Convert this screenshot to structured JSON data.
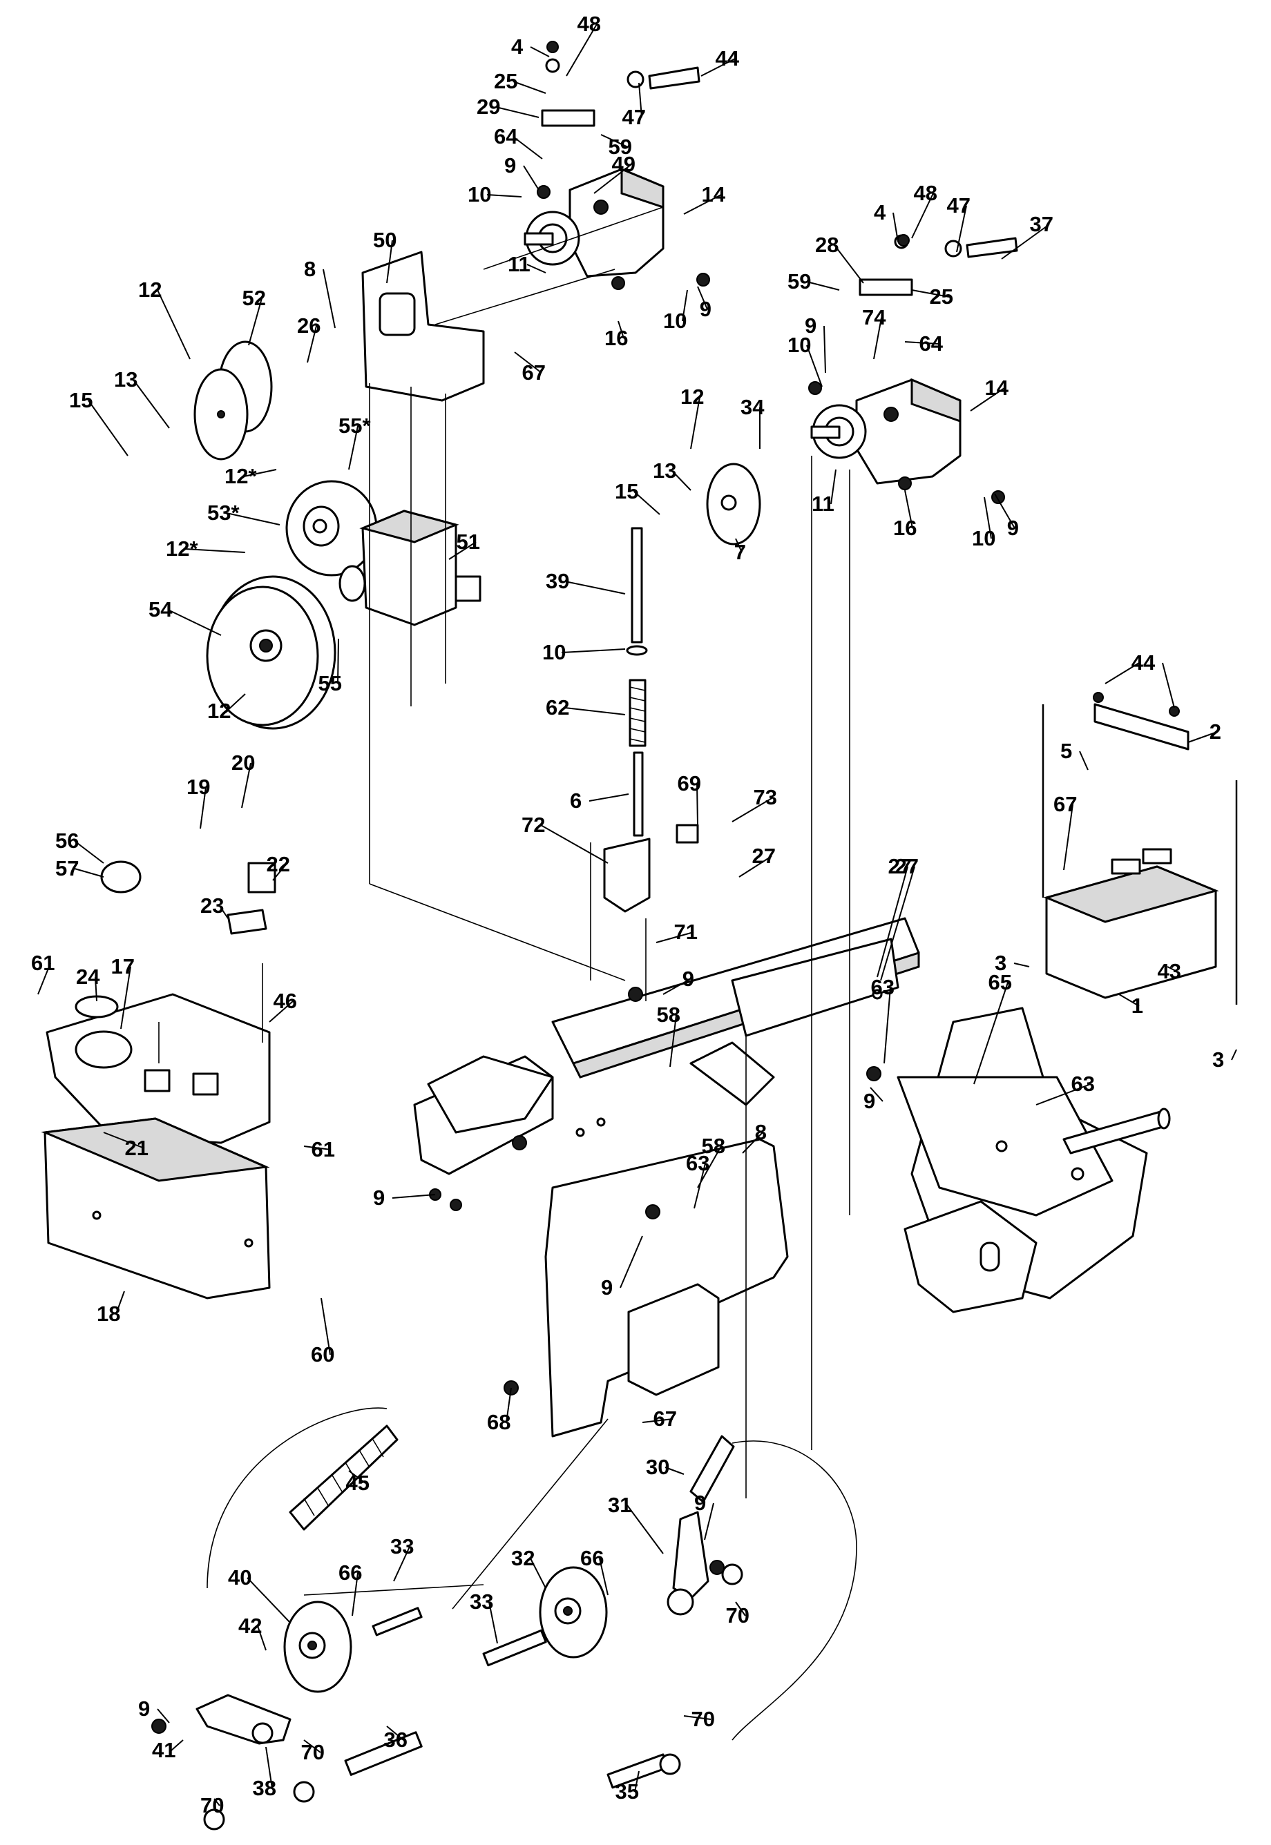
{
  "labels": [
    "1",
    "2",
    "3",
    "4",
    "5",
    "6",
    "7",
    "8",
    "9",
    "10",
    "11",
    "12",
    "12*",
    "13",
    "14",
    "15",
    "16",
    "17",
    "18",
    "19",
    "20",
    "21",
    "22",
    "23",
    "24",
    "25",
    "26",
    "27",
    "28",
    "29",
    "30",
    "31",
    "32",
    "33",
    "34",
    "35",
    "36",
    "37",
    "38",
    "39",
    "40",
    "41",
    "42",
    "43",
    "44",
    "45",
    "46",
    "47",
    "48",
    "49",
    "50",
    "51",
    "52",
    "53*",
    "54",
    "55",
    "55*",
    "56",
    "57",
    "58",
    "59",
    "60",
    "61",
    "62",
    "63",
    "64",
    "65",
    "66",
    "67",
    "68",
    "69",
    "70",
    "71",
    "72",
    "73",
    "74"
  ],
  "colors": {
    "ink": "#000000",
    "paper": "#ffffff",
    "shade": "#d9d9d9"
  }
}
